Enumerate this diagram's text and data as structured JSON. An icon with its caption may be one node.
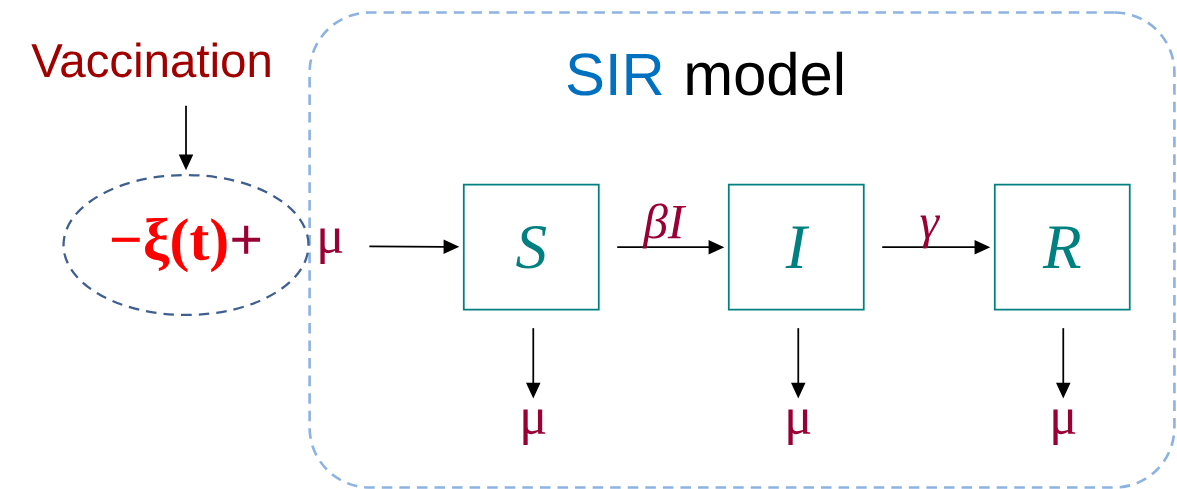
{
  "diagram": {
    "nodes": [
      {
        "text": [
          "SIR",
          "model"
        ]
      },
      {
        "text": [
          "Vaccination"
        ]
      },
      {
        "text": [
          "−ξ(t)",
          "+"
        ]
      },
      {
        "text": [
          "μ"
        ],
        "in": 0
      },
      {
        "text": [
          "S"
        ],
        "in": 0
      },
      {
        "text": [
          "I"
        ],
        "in": 0
      },
      {
        "text": [
          "R"
        ],
        "in": 0
      },
      {
        "text": [
          "μ"
        ],
        "in": 0
      },
      {
        "text": [
          "μ"
        ],
        "in": 0
      },
      {
        "text": [
          "μ"
        ],
        "in": 0
      }
    ],
    "edges": [
      {
        "from": 1,
        "to": 2,
        "arrow": "to"
      },
      {
        "from": 3,
        "to": 4,
        "arrow": "to"
      },
      {
        "from": 4,
        "to": 5,
        "arrow": "to",
        "label": "βI"
      },
      {
        "from": 5,
        "to": 6,
        "arrow": "to",
        "label": "γ"
      },
      {
        "from": 4,
        "to": 7,
        "arrow": "to"
      },
      {
        "from": 5,
        "to": 8,
        "arrow": "to"
      },
      {
        "from": 6,
        "to": 9,
        "arrow": "to"
      }
    ]
  }
}
